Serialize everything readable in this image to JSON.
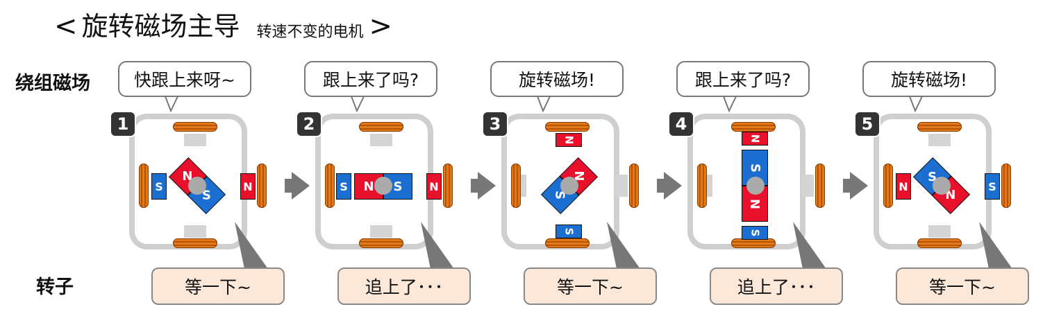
{
  "title": {
    "open_bracket": "<",
    "main": "旋转磁场主导",
    "sub": "转速不变的电机",
    "close_bracket": ">"
  },
  "labels": {
    "winding": "绕组磁场",
    "rotor": "转子"
  },
  "steps": [
    {
      "num": "1",
      "bubble": "快跟上来呀~",
      "rotor_text": "等一下~"
    },
    {
      "num": "2",
      "bubble": "跟上来了吗?",
      "rotor_text": "追上了･･･"
    },
    {
      "num": "3",
      "bubble": "旋转磁场!",
      "rotor_text": "等一下~"
    },
    {
      "num": "4",
      "bubble": "跟上来了吗?",
      "rotor_text": "追上了･･･"
    },
    {
      "num": "5",
      "bubble": "旋转磁场!",
      "rotor_text": "等一下~"
    }
  ],
  "pole_letters": {
    "north": "N",
    "south": "S"
  },
  "colors": {
    "north": "#e8102a",
    "south": "#1b6fd1",
    "coil": "#e07a1a",
    "frame": "#cfcfcf",
    "rotor_box": "#fbe8d8"
  }
}
